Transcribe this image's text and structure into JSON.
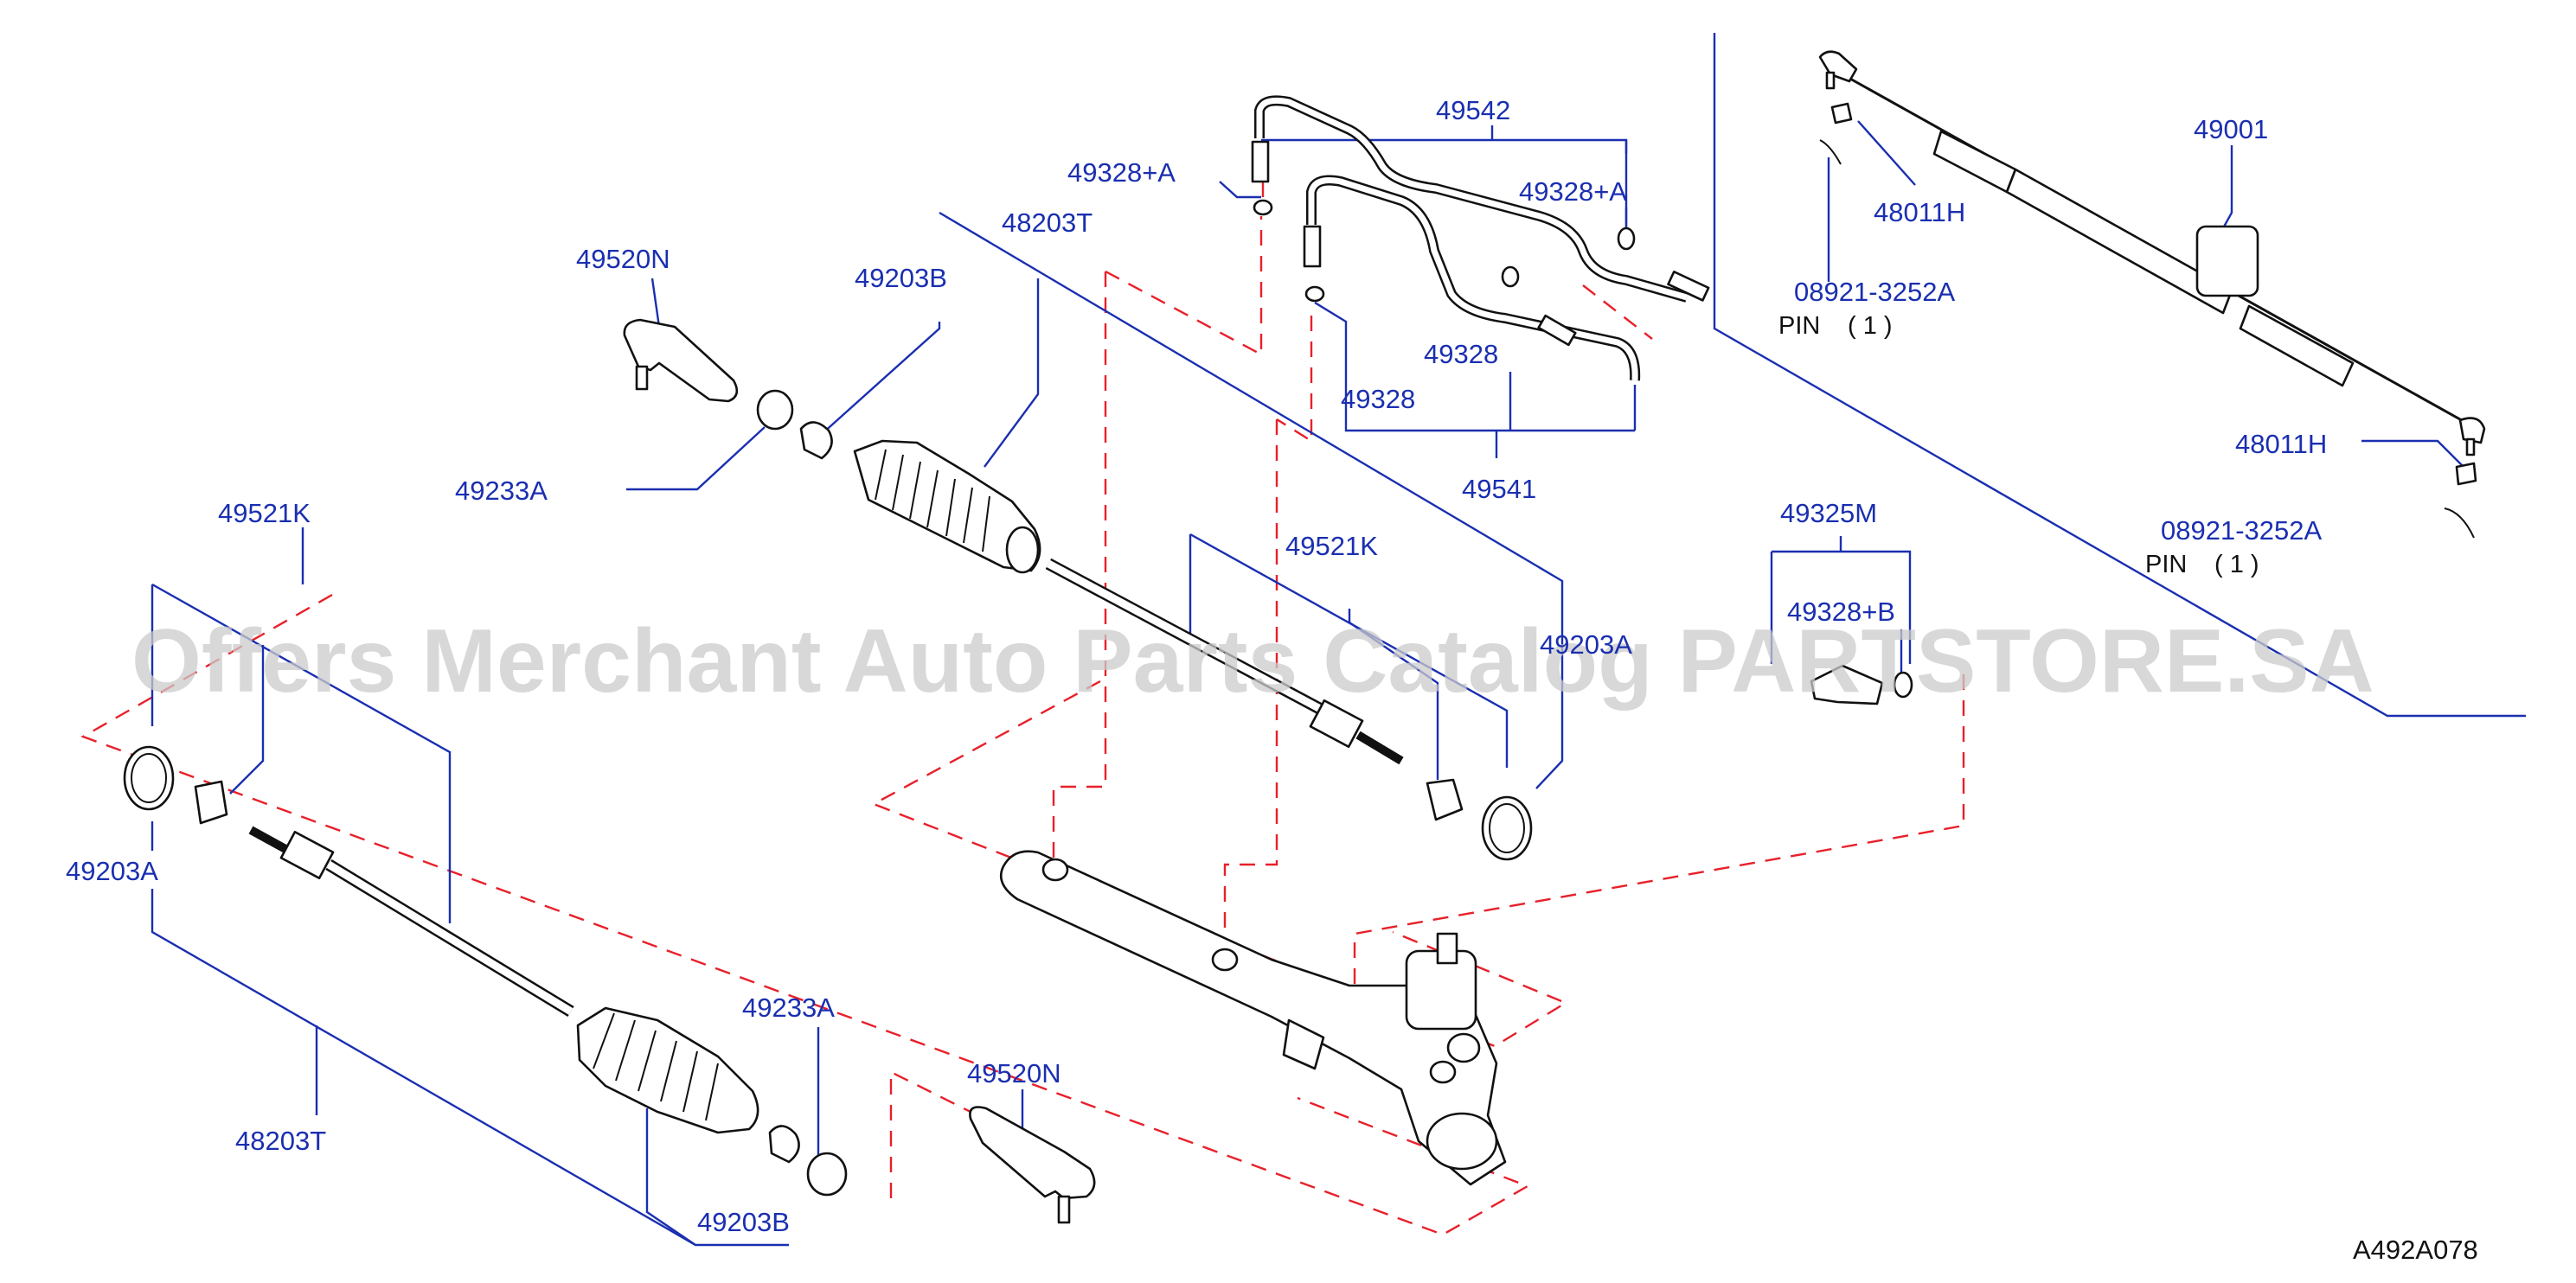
{
  "diagram": {
    "reference_code": "A492A078",
    "watermark": "Offers Merchant Auto Parts Catalog PARTSTORE.SA",
    "colors": {
      "label": "#1a2fb0",
      "leader": "#1a2fb0",
      "dashed_guide": "#e8202a",
      "outline": "#111111",
      "watermark": "#cccccc"
    },
    "labels": [
      {
        "id": "49542",
        "text": "49542"
      },
      {
        "id": "49328-a-1",
        "text": "49328+A"
      },
      {
        "id": "49328-a-2",
        "text": "49328+A"
      },
      {
        "id": "48203t-top",
        "text": "48203T"
      },
      {
        "id": "49520n-top",
        "text": "49520N"
      },
      {
        "id": "49203b-top",
        "text": "49203B"
      },
      {
        "id": "49328-1",
        "text": "49328"
      },
      {
        "id": "49328-2",
        "text": "49328"
      },
      {
        "id": "49541",
        "text": "49541"
      },
      {
        "id": "49233a-top",
        "text": "49233A"
      },
      {
        "id": "49001",
        "text": "49001"
      },
      {
        "id": "48011h-1",
        "text": "48011H"
      },
      {
        "id": "08921-1",
        "text": "08921-3252A"
      },
      {
        "id": "48011h-2",
        "text": "48011H"
      },
      {
        "id": "08921-2",
        "text": "08921-3252A"
      },
      {
        "id": "49325m",
        "text": "49325M"
      },
      {
        "id": "49328-b",
        "text": "49328+B"
      },
      {
        "id": "49521k-left",
        "text": "49521K"
      },
      {
        "id": "49521k-mid",
        "text": "49521K"
      },
      {
        "id": "49203a-right",
        "text": "49203A"
      },
      {
        "id": "49203a-left",
        "text": "49203A"
      },
      {
        "id": "49233a-bottom",
        "text": "49233A"
      },
      {
        "id": "49520n-bottom",
        "text": "49520N"
      },
      {
        "id": "48203t-bottom",
        "text": "48203T"
      },
      {
        "id": "49203b-bottom",
        "text": "49203B"
      }
    ],
    "pin_notes": [
      {
        "id": "pin-1",
        "text": "PIN",
        "qty": "( 1 )"
      },
      {
        "id": "pin-2",
        "text": "PIN",
        "qty": "( 1 )"
      }
    ]
  }
}
